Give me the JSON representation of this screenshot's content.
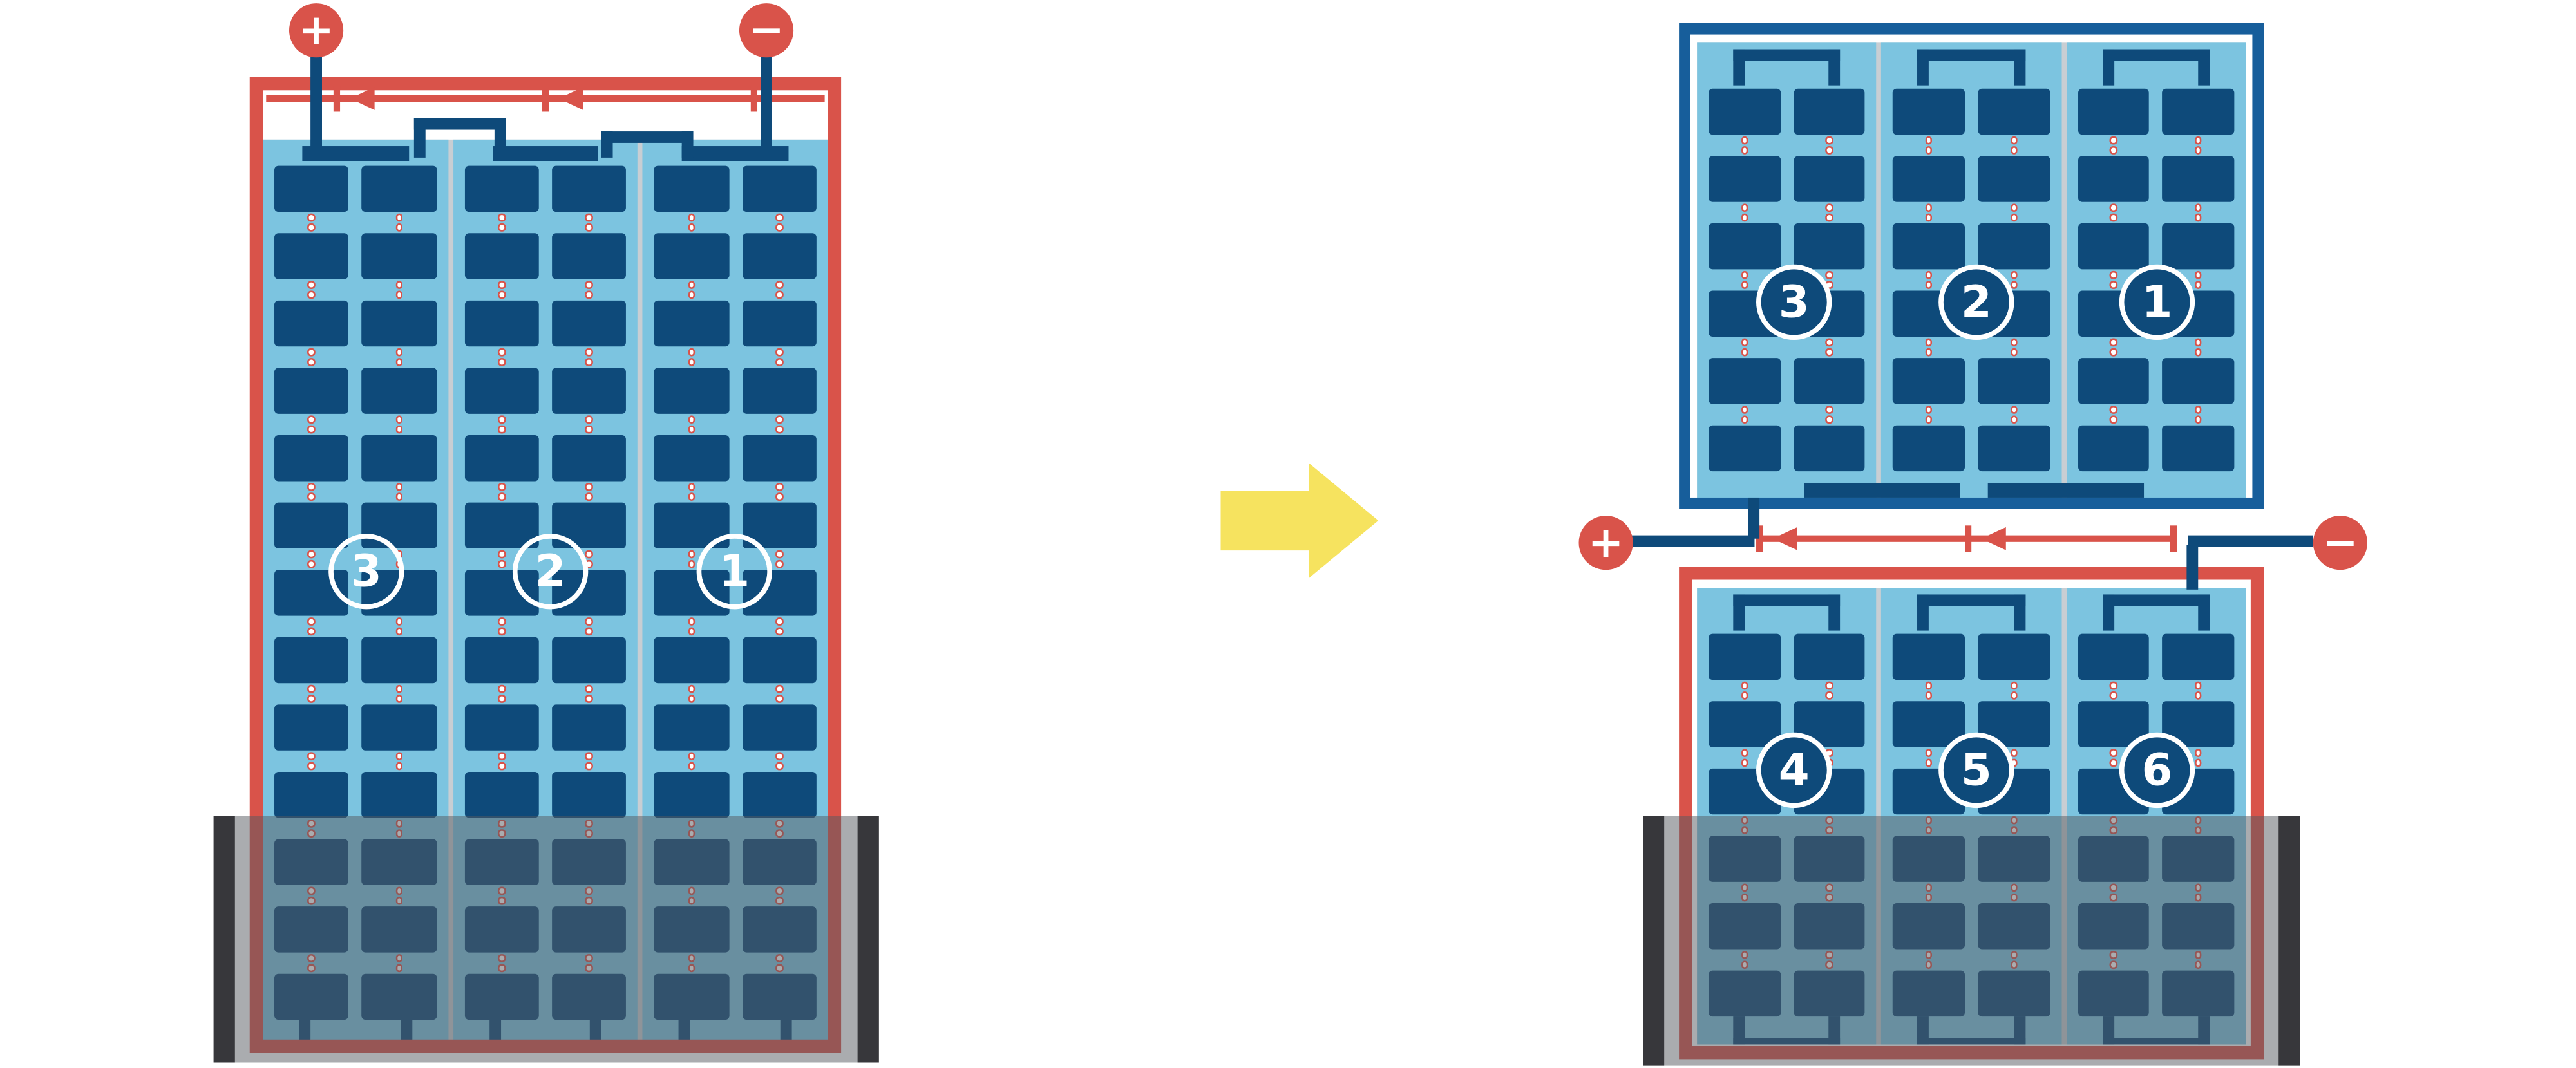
{
  "diagram": {
    "left_module": {
      "plus_label": "+",
      "minus_label": "−",
      "strings": [
        {
          "label": "3"
        },
        {
          "label": "2"
        },
        {
          "label": "1"
        }
      ]
    },
    "transform_arrow": {
      "direction": "right"
    },
    "right_module": {
      "plus_label": "+",
      "minus_label": "−",
      "top_group": {
        "strings": [
          {
            "label": "3"
          },
          {
            "label": "2"
          },
          {
            "label": "1"
          }
        ]
      },
      "bottom_group": {
        "strings": [
          {
            "label": "4"
          },
          {
            "label": "5"
          },
          {
            "label": "6"
          }
        ]
      }
    },
    "colors": {
      "cell_blue": "#0e4a7a",
      "panel_blue": "#7cc4e0",
      "wire_red": "#d9534a",
      "frame_blue": "#175e9b",
      "arrow_yellow": "#f6e35f",
      "shade": "rgba(86,90,96,0.5)",
      "shade_cap": "#37373b",
      "gap_line": "#c8ced3"
    }
  }
}
